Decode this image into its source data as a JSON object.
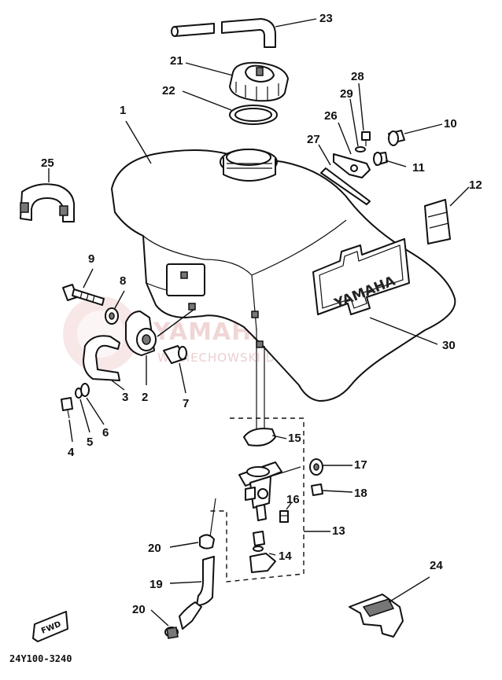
{
  "diagram_code": "24Y100-3240",
  "watermark": {
    "site": "YAMAHASKLEP.PL",
    "tagline": "WYCIECHOWSKI DEALER YAMAHA"
  },
  "tank_brand": "YAMAHA",
  "fwd_label": "FWD",
  "callouts": [
    "1",
    "2",
    "3",
    "4",
    "5",
    "6",
    "7",
    "8",
    "9",
    "10",
    "11",
    "12",
    "13",
    "14",
    "15",
    "16",
    "17",
    "18",
    "19",
    "20",
    "20",
    "21",
    "22",
    "23",
    "24",
    "25",
    "26",
    "27",
    "28",
    "29",
    "30"
  ]
}
